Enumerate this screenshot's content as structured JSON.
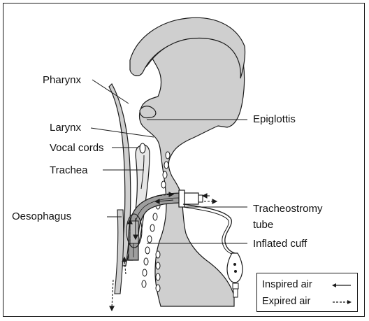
{
  "labels": {
    "pharynx": "Pharynx",
    "larynx": "Larynx",
    "vocal_cords": "Vocal cords",
    "trachea": "Trachea",
    "oesophagus": "Oesophagus",
    "epiglottis": "Epiglottis",
    "tracheostomy_tube_line1": "Tracheostromy",
    "tracheostomy_tube_line2": "tube",
    "inflated_cuff": "Inflated cuff"
  },
  "legend": {
    "inspired": "Inspired air",
    "expired": "Expired air"
  },
  "colors": {
    "tissue": "#cfcfcf",
    "tissue_dark": "#9e9e9e",
    "line": "#1a1a1a",
    "background": "#ffffff"
  }
}
